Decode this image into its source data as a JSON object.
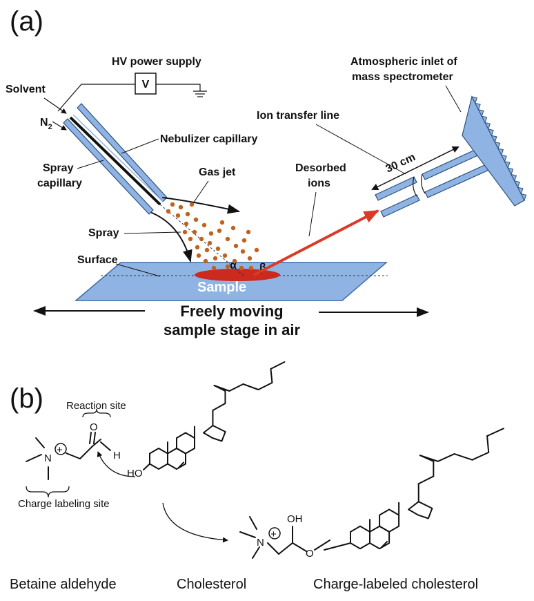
{
  "panel_a": {
    "label": "(a)",
    "hv_power_supply": "HV power supply",
    "voltmeter_symbol": "V",
    "solvent": "Solvent",
    "n2": "N",
    "n2_sub": "2",
    "nebulizer_capillary": "Nebulizer capillary",
    "spray_capillary_line1": "Spray",
    "spray_capillary_line2": "capillary",
    "gas_jet": "Gas jet",
    "spray": "Spray",
    "surface": "Surface",
    "alpha": "α",
    "beta": "β",
    "sample": "Sample",
    "desorbed_ions_line1": "Desorbed",
    "desorbed_ions_line2": "ions",
    "ion_transfer_line": "Ion transfer line",
    "distance": "30 cm",
    "atmospheric_inlet_line1": "Atmospheric inlet of",
    "atmospheric_inlet_line2": "mass spectrometer",
    "stage_line1": "Freely moving",
    "stage_line2": "sample stage in air"
  },
  "panel_b": {
    "label": "(b)",
    "reaction_site": "Reaction site",
    "charge_labeling_site": "Charge labeling site",
    "atom_n": "N",
    "atom_o": "O",
    "atom_h": "H",
    "atom_ho": "HO",
    "atom_oh": "OH",
    "plus": "+",
    "caption_betaine": "Betaine aldehyde",
    "caption_cholesterol": "Cholesterol",
    "caption_labeled": "Charge-labeled cholesterol"
  },
  "colors": {
    "component_blue": "#8fb4e3",
    "ion_arrow_red": "#d93b28",
    "droplet_orange": "#c0621e",
    "sample_red": "#cc2a1e"
  }
}
